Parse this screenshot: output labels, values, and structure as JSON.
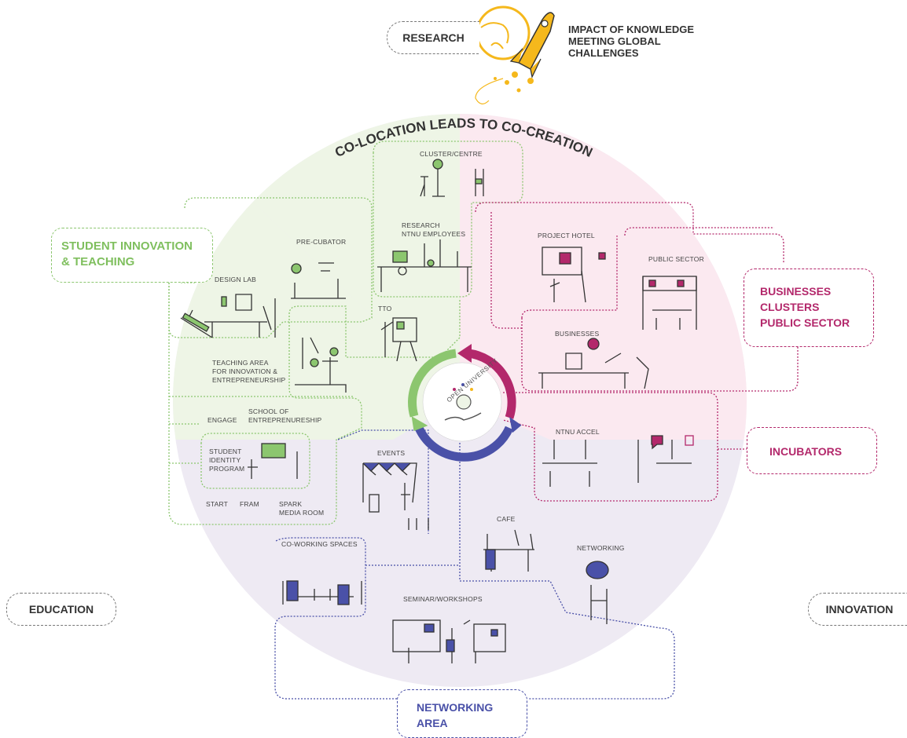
{
  "title": "CO-LOCATION LEADS TO CO-CREATION",
  "top": {
    "research_label": "RESEARCH",
    "impact_text": "IMPACT OF KNOWLEDGE\nMEETING GLOBAL\nCHALLENGES"
  },
  "sides": {
    "education": "EDUCATION",
    "innovation": "INNOVATION"
  },
  "groups": {
    "student": "STUDENT INNOVATION\n& TEACHING",
    "business": "BUSINESSES\nCLUSTERS\nPUBLIC SECTOR",
    "incubators": "INCUBATORS",
    "networking": "NETWORKING\nAREA"
  },
  "center": {
    "label": "OPEN UNIVERSITY"
  },
  "areas": {
    "cluster_centre": "CLUSTER/CENTRE",
    "research_employees": "RESEARCH\nNTNU EMPLOYEES",
    "pre_cubator": "PRE-CUBATOR",
    "design_lab": "DESIGN LAB",
    "tto": "TTO",
    "teaching_area": "TEACHING AREA\nFOR INNOVATION &\nENTREPRENEURSHIP",
    "engage": "ENGAGE",
    "school_entrepreneurship": "SCHOOL OF\nENTREPRENURESHIP",
    "student_identity": "STUDENT\nIDENTITY\nPROGRAM",
    "start": "START",
    "fram": "FRAM",
    "spark": "SPARK\nMEDIA ROOM",
    "events": "EVENTS",
    "project_hotel": "PROJECT HOTEL",
    "public_sector": "PUBLIC SECTOR",
    "businesses": "BUSINESSES",
    "ntnu_accel": "NTNU ACCEL",
    "cafe": "CAFE",
    "networking": "NETWORKING",
    "coworking": "CO-WORKING SPACES",
    "seminar": "SEMINAR/WORKSHOPS"
  },
  "colors": {
    "green": "#8cc66f",
    "green_text": "#7fbf5e",
    "magenta": "#b3286b",
    "blue": "#4a51a8",
    "yellow": "#f5b81c",
    "green_bg": "#eef5e6",
    "pink_bg": "#fbe9f0",
    "lilac_bg": "#eeeaf3"
  }
}
